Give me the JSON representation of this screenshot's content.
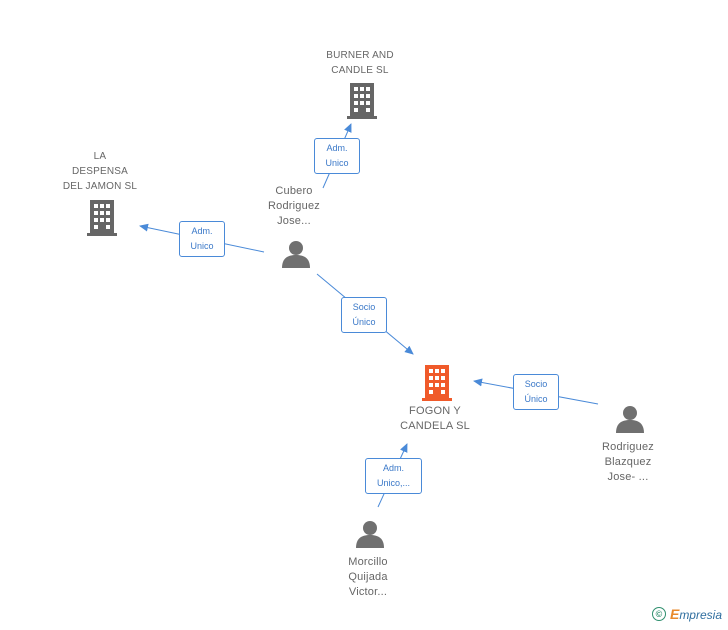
{
  "nodes": {
    "burner": {
      "label_lines": [
        "BURNER AND",
        "CANDLE SL"
      ],
      "type": "company",
      "color": "#666666"
    },
    "despensa": {
      "label_lines": [
        "LA",
        "DESPENSA",
        "DEL JAMON SL"
      ],
      "type": "company",
      "color": "#666666"
    },
    "cubero": {
      "label_lines": [
        "Cubero",
        "Rodriguez",
        "Jose..."
      ],
      "type": "person",
      "color": "#666666"
    },
    "fogon": {
      "label_lines": [
        "FOGON Y",
        "CANDELA SL"
      ],
      "type": "company",
      "color": "#f05a2a"
    },
    "rodriguez": {
      "label_lines": [
        "Rodriguez",
        "Blazquez",
        "Jose- ..."
      ],
      "type": "person",
      "color": "#666666"
    },
    "morcillo": {
      "label_lines": [
        "Morcillo",
        "Quijada",
        "Victor..."
      ],
      "type": "person",
      "color": "#666666"
    }
  },
  "relations": {
    "cubero_burner": [
      "Adm.",
      "Unico"
    ],
    "cubero_despensa": [
      "Adm.",
      "Unico"
    ],
    "cubero_fogon": [
      "Socio",
      "Único"
    ],
    "rodriguez_fogon": [
      "Socio",
      "Único"
    ],
    "morcillo_fogon": [
      "Adm.",
      "Unico,..."
    ]
  },
  "colors": {
    "edge": "#4a8ad8",
    "company": "#666666",
    "focus_company": "#f05a2a",
    "person": "#707070"
  },
  "brand": {
    "copyright": "©",
    "name_first": "E",
    "name_rest": "mpresia"
  }
}
